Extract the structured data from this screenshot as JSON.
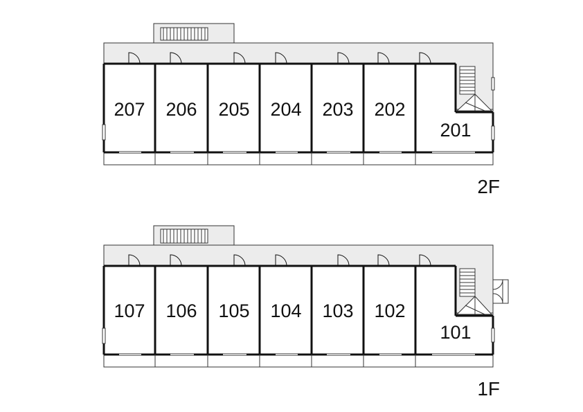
{
  "colors": {
    "wall": "#111111",
    "corridor": "#ececec",
    "background": "#ffffff"
  },
  "floors": [
    {
      "label": "2F",
      "rooms": [
        {
          "number": "207"
        },
        {
          "number": "206"
        },
        {
          "number": "205"
        },
        {
          "number": "204"
        },
        {
          "number": "203"
        },
        {
          "number": "202"
        },
        {
          "number": "201"
        }
      ]
    },
    {
      "label": "1F",
      "rooms": [
        {
          "number": "107"
        },
        {
          "number": "106"
        },
        {
          "number": "105"
        },
        {
          "number": "104"
        },
        {
          "number": "103"
        },
        {
          "number": "102"
        },
        {
          "number": "101"
        }
      ]
    }
  ]
}
